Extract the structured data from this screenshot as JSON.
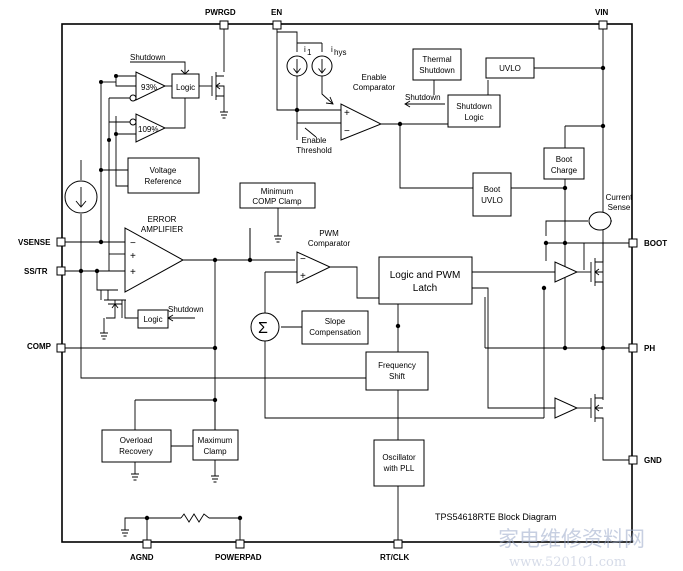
{
  "pins": {
    "pwrgd": "PWRGD",
    "en": "EN",
    "vin": "VIN",
    "vsense": "VSENSE",
    "sstr": "SS/TR",
    "comp": "COMP",
    "boot": "BOOT",
    "ph": "PH",
    "gnd": "GND",
    "agnd": "AGND",
    "powerpad": "POWERPAD",
    "rtclk": "RT/CLK"
  },
  "blocks": {
    "thermal": [
      "Thermal",
      "Shutdown"
    ],
    "uvlo": "UVLO",
    "shutdown_logic": [
      "Shutdown",
      "Logic"
    ],
    "logic_top": "Logic",
    "vref": [
      "Voltage",
      "Reference"
    ],
    "min_comp": [
      "Minimum",
      "COMP Clamp"
    ],
    "boot_uvlo": [
      "Boot",
      "UVLO"
    ],
    "boot_charge": [
      "Boot",
      "Charge"
    ],
    "pwm_latch": [
      "Logic and PWM",
      "Latch"
    ],
    "logic_bottom": "Logic",
    "slope": [
      "Slope",
      "Compensation"
    ],
    "freq_shift": [
      "Frequency",
      "Shift"
    ],
    "overload": [
      "Overload",
      "Recovery"
    ],
    "max_clamp": [
      "Maximum",
      "Clamp"
    ],
    "oscillator": [
      "Oscillator",
      "with PLL"
    ]
  },
  "labels": {
    "shutdown_top": "Shutdown",
    "pct93": "93%",
    "pct109": "109%",
    "i1": "i",
    "i1_sub": "1",
    "ihys": "i",
    "ihys_sub": "hys",
    "enable_comparator": [
      "Enable",
      "Comparator"
    ],
    "shutdown_mid": "Shutdown",
    "enable_threshold": [
      "Enable",
      "Threshold"
    ],
    "error_amp": [
      "ERROR",
      "AMPLIFIER"
    ],
    "pwm_comparator": [
      "PWM",
      "Comparator"
    ],
    "current_sense": [
      "Current",
      "Sense"
    ],
    "shutdown_bottom": "Shutdown",
    "sigma": "Σ",
    "plus": "+",
    "minus": "−",
    "title": "TPS54618RTE Block Diagram"
  },
  "watermark": {
    "cn": "家电维修资料网",
    "url": "www.520101.com"
  }
}
